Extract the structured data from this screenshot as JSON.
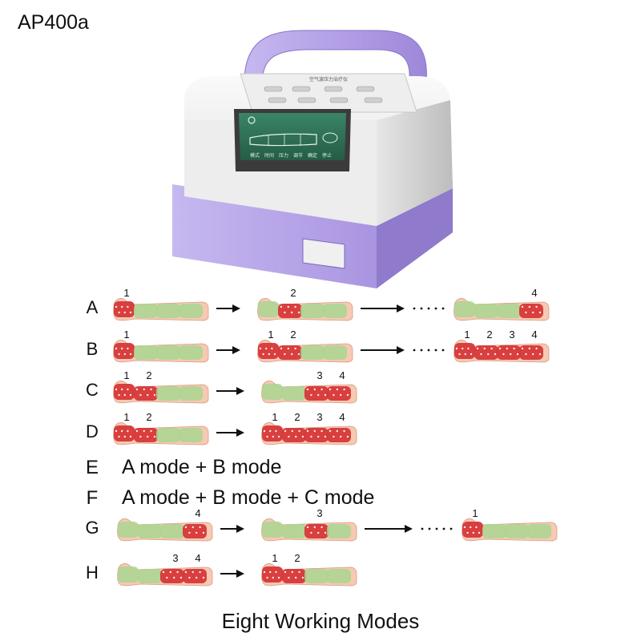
{
  "model": "AP400a",
  "device": {
    "panel_chinese_label": "空气波压力治疗仪",
    "screen_labels": [
      "模式",
      "时间",
      "压力",
      "调节",
      "确定",
      "停止"
    ]
  },
  "caption": "Eight Working Modes",
  "colors": {
    "case_purple": "#b7a6e8",
    "case_white": "#f2f2f2",
    "screen_green": "#2f6e55",
    "leg_skin": "#f6c9b3",
    "sleeve_green": "#a9d690",
    "sleeve_red": "#d63838",
    "arrow": "#111111"
  },
  "modes": [
    {
      "letter": "A",
      "stages": [
        {
          "labels": [
            "1"
          ]
        },
        {
          "labels": [
            "2"
          ]
        },
        {
          "labels": [
            "4"
          ]
        }
      ],
      "connectors": [
        "arrow",
        "arrow-dots"
      ]
    },
    {
      "letter": "B",
      "stages": [
        {
          "labels": [
            "1"
          ]
        },
        {
          "labels": [
            "1",
            "2"
          ]
        },
        {
          "labels": [
            "1",
            "2",
            "3",
            "4"
          ]
        }
      ],
      "connectors": [
        "arrow",
        "arrow-dots"
      ]
    },
    {
      "letter": "C",
      "stages": [
        {
          "labels": [
            "1",
            "2"
          ]
        },
        {
          "labels": [
            "3",
            "4"
          ]
        }
      ],
      "connectors": [
        "arrow"
      ]
    },
    {
      "letter": "D",
      "stages": [
        {
          "labels": [
            "1",
            "2"
          ]
        },
        {
          "labels": [
            "1",
            "2",
            "3",
            "4"
          ]
        }
      ],
      "connectors": [
        "arrow"
      ]
    },
    {
      "letter": "E",
      "text": "A mode + B mode"
    },
    {
      "letter": "F",
      "text": "A mode + B mode + C mode"
    },
    {
      "letter": "G",
      "stages": [
        {
          "labels": [
            "4"
          ]
        },
        {
          "labels": [
            "3"
          ]
        },
        {
          "labels": [
            "1"
          ]
        }
      ],
      "connectors": [
        "arrow",
        "arrow-dots"
      ]
    },
    {
      "letter": "H",
      "stages": [
        {
          "labels": [
            "3",
            "4"
          ]
        },
        {
          "labels": [
            "1",
            "2"
          ]
        }
      ],
      "connectors": [
        "arrow"
      ]
    }
  ]
}
